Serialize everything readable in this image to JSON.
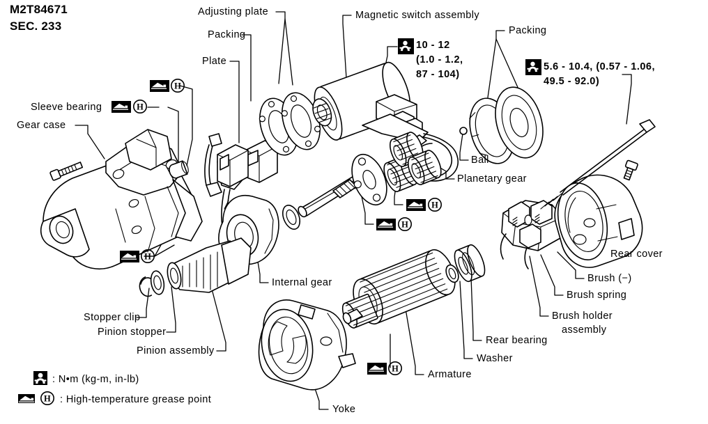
{
  "header": {
    "model_code": "M2T84671",
    "section": "SEC. 233"
  },
  "icons": {
    "torque": "torque-wrench-icon",
    "grease": "grease-point-icon",
    "grease_h": "H"
  },
  "torque_specs": [
    {
      "id": "magnetic-switch-torque",
      "line1": "10 - 12",
      "line2": "(1.0 - 1.2,",
      "line3": "87 - 104)"
    },
    {
      "id": "rear-cover-torque",
      "line1": "5.6 - 10.4, (0.57 - 1.06,",
      "line2": "49.5 - 92.0)"
    }
  ],
  "part_labels": [
    {
      "id": "adjusting-plate",
      "text": "Adjusting plate"
    },
    {
      "id": "packing-left",
      "text": "Packing"
    },
    {
      "id": "plate",
      "text": "Plate"
    },
    {
      "id": "magnetic-switch-assembly",
      "text": "Magnetic switch assembly"
    },
    {
      "id": "packing-right",
      "text": "Packing"
    },
    {
      "id": "sleeve-bearing",
      "text": "Sleeve bearing"
    },
    {
      "id": "gear-case",
      "text": "Gear case"
    },
    {
      "id": "ball",
      "text": "Ball"
    },
    {
      "id": "planetary-gear",
      "text": "Planetary gear"
    },
    {
      "id": "internal-gear",
      "text": "Internal gear"
    },
    {
      "id": "rear-cover",
      "text": "Rear cover"
    },
    {
      "id": "brush-negative",
      "text": "Brush (−)"
    },
    {
      "id": "brush-spring",
      "text": "Brush spring"
    },
    {
      "id": "brush-holder-assembly-1",
      "text": "Brush holder"
    },
    {
      "id": "brush-holder-assembly-2",
      "text": "assembly"
    },
    {
      "id": "stopper-clip",
      "text": "Stopper clip"
    },
    {
      "id": "pinion-stopper",
      "text": "Pinion stopper"
    },
    {
      "id": "pinion-assembly",
      "text": "Pinion assembly"
    },
    {
      "id": "yoke",
      "text": "Yoke"
    },
    {
      "id": "armature",
      "text": "Armature"
    },
    {
      "id": "washer",
      "text": "Washer"
    },
    {
      "id": "rear-bearing",
      "text": "Rear bearing"
    }
  ],
  "legend": {
    "torque_units": ": N•m (kg-m, in-lb)",
    "grease_note": ": High-temperature grease point"
  },
  "colors": {
    "ink": "#000000",
    "paper": "#ffffff"
  }
}
